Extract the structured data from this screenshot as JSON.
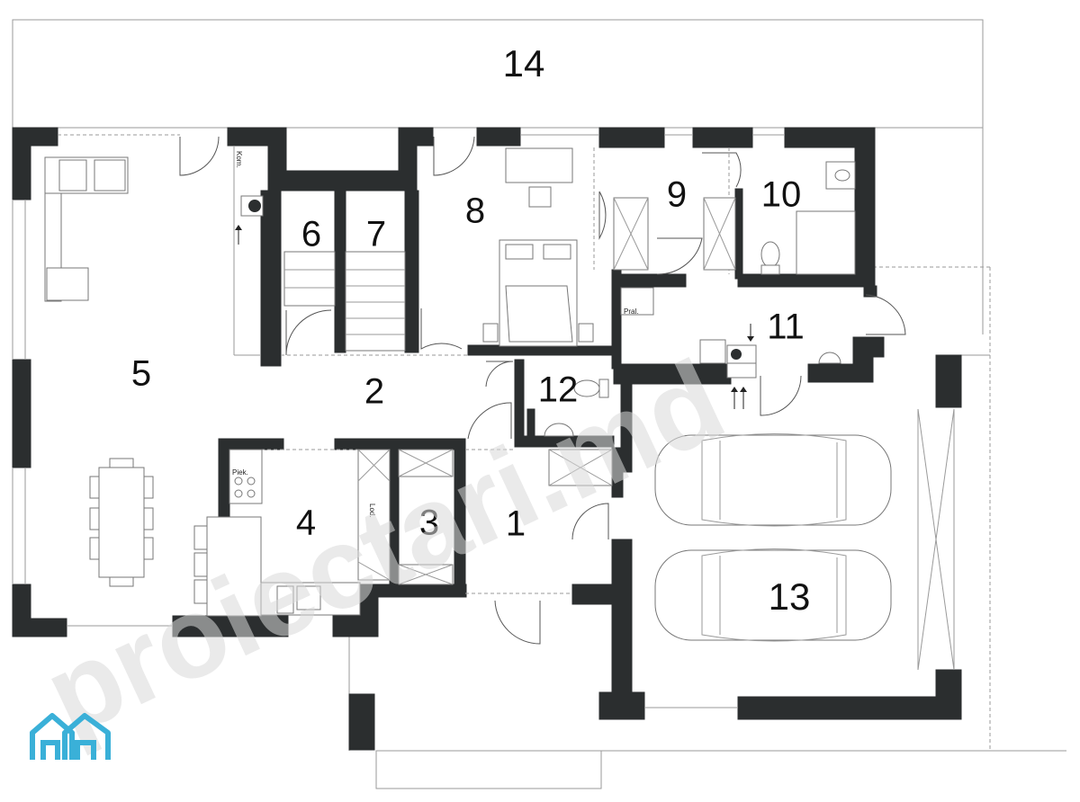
{
  "rooms": {
    "r1": "1",
    "r2": "2",
    "r3": "3",
    "r4": "4",
    "r5": "5",
    "r6": "6",
    "r7": "7",
    "r8": "8",
    "r9": "9",
    "r10": "10",
    "r11": "11",
    "r12": "12",
    "r13": "13",
    "r14": "14"
  },
  "labels": {
    "kom": "Kom.",
    "piek": "Piek.",
    "lod": "Lod.",
    "pral": "Pral."
  },
  "watermark": {
    "text": "proiectari.md"
  },
  "colors": {
    "wall": "#2b2e2f",
    "logo": "#3ab0d8",
    "watermark": "#d9d9d9"
  },
  "logo": {
    "icon": "house-outline-logo"
  }
}
